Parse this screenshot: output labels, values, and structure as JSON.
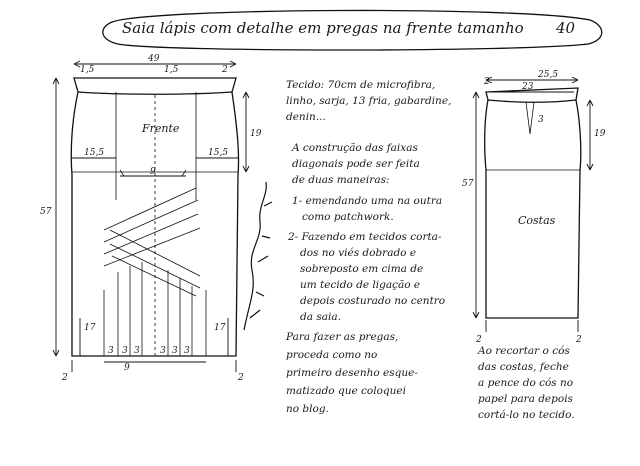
{
  "title": "Saia lápis com detalhe em pregas na frente tamanho",
  "size_number": "40",
  "front": {
    "label": "Frente",
    "dim_top_width": "49",
    "dim_waist_left": "1,5",
    "dim_waist_mid": "1,5",
    "dim_waist_right": "2",
    "dim_hip_height": "19",
    "dim_total_height": "57",
    "dim_hip_left": "15,5",
    "dim_hip_right": "15,5",
    "dim_center": "9",
    "dim_pleat_left": "17",
    "dim_pleat_right": "17",
    "dim_pleat_spacing": [
      "3",
      "3",
      "3",
      "3",
      "3",
      "3"
    ],
    "dim_bottom_center": "9",
    "dim_hem_left": "2",
    "dim_hem_right": "2"
  },
  "back": {
    "label": "Costas",
    "dim_top_width": "25,5",
    "dim_waist_width": "23",
    "dim_top_left": "2",
    "dim_dart": "3",
    "dim_hip_height": "19",
    "dim_total_height": "57",
    "dim_hem_right": "2",
    "dim_hem_left": "2"
  },
  "notes": {
    "fabric": [
      "Tecido: 70cm de microfibra,",
      "linho, sarja, 13 fria, gabardine,",
      "denin..."
    ],
    "construction": [
      "A construção das faixas",
      "diagonais pode ser feita",
      "de duas maneiras:",
      "1- emendando uma na outra",
      "como patchwork.",
      "2- Fazendo em tecidos corta-",
      "dos no viés dobrado e",
      "sobreposto em cima de",
      "um tecido de ligação e",
      "depois costurado no centro",
      "da saia."
    ],
    "pleats": [
      "Para fazer as pregas,",
      "proceda como no",
      "primeiro desenho esque-",
      "matizado que coloquei",
      "no blog."
    ],
    "back_note": [
      "Ao recortar o cós",
      "das costas, feche",
      "a pence do cós no",
      "papel para depois",
      "cortá-lo no tecido."
    ]
  }
}
